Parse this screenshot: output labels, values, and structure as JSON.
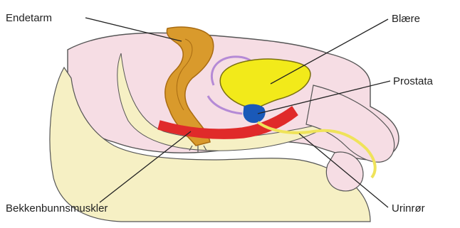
{
  "labels": {
    "rectum": "Endetarm",
    "bladder": "Blære",
    "prostate": "Prostata",
    "pelvic_floor": "Bekkenbunnsmuskler",
    "urethra": "Urinrør"
  },
  "colors": {
    "background": "#ffffff",
    "pelvis_pink": "#f6dde4",
    "tissue_cream": "#f6f0c4",
    "rectum_fill": "#d99a2c",
    "rectum_edge": "#a86b12",
    "bladder_fill": "#f2ea1a",
    "bladder_edge": "#7a7010",
    "prostate_blue": "#1a59b8",
    "muscle_red": "#e02a2a",
    "urethra_yellow": "#efe35a",
    "vas_purple": "#b58ad6",
    "outline": "#555555",
    "leader_line": "#222222"
  }
}
